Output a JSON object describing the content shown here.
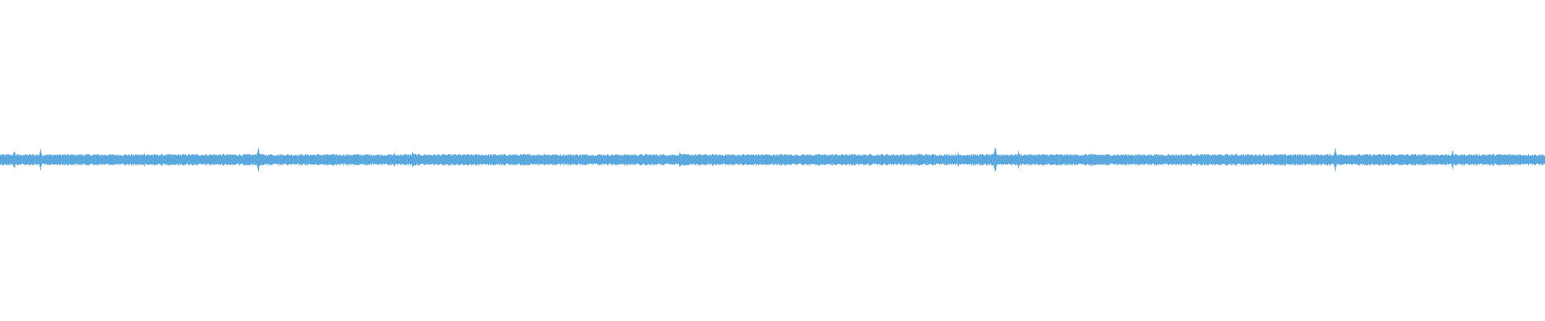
{
  "waveform": {
    "color": "#5ba8de",
    "background": "#ffffff",
    "baseline_amplitude": 0.012,
    "noise_amplitude": 0.006,
    "sample_columns": 1920,
    "peaks": [
      {
        "at": 0.009,
        "amp": 0.035
      },
      {
        "at": 0.026,
        "amp": 0.04
      },
      {
        "at": 0.093,
        "amp": 0.025
      },
      {
        "at": 0.167,
        "amp": 0.05
      },
      {
        "at": 0.175,
        "amp": 0.025
      },
      {
        "at": 0.255,
        "amp": 0.025
      },
      {
        "at": 0.267,
        "amp": 0.03
      },
      {
        "at": 0.326,
        "amp": 0.02
      },
      {
        "at": 0.352,
        "amp": 0.025
      },
      {
        "at": 0.44,
        "amp": 0.03
      },
      {
        "at": 0.472,
        "amp": 0.02
      },
      {
        "at": 0.516,
        "amp": 0.02
      },
      {
        "at": 0.548,
        "amp": 0.02
      },
      {
        "at": 0.595,
        "amp": 0.025
      },
      {
        "at": 0.62,
        "amp": 0.025
      },
      {
        "at": 0.644,
        "amp": 0.055
      },
      {
        "at": 0.659,
        "amp": 0.03
      },
      {
        "at": 0.706,
        "amp": 0.025
      },
      {
        "at": 0.8,
        "amp": 0.025
      },
      {
        "at": 0.864,
        "amp": 0.045
      },
      {
        "at": 0.94,
        "amp": 0.03
      }
    ]
  }
}
